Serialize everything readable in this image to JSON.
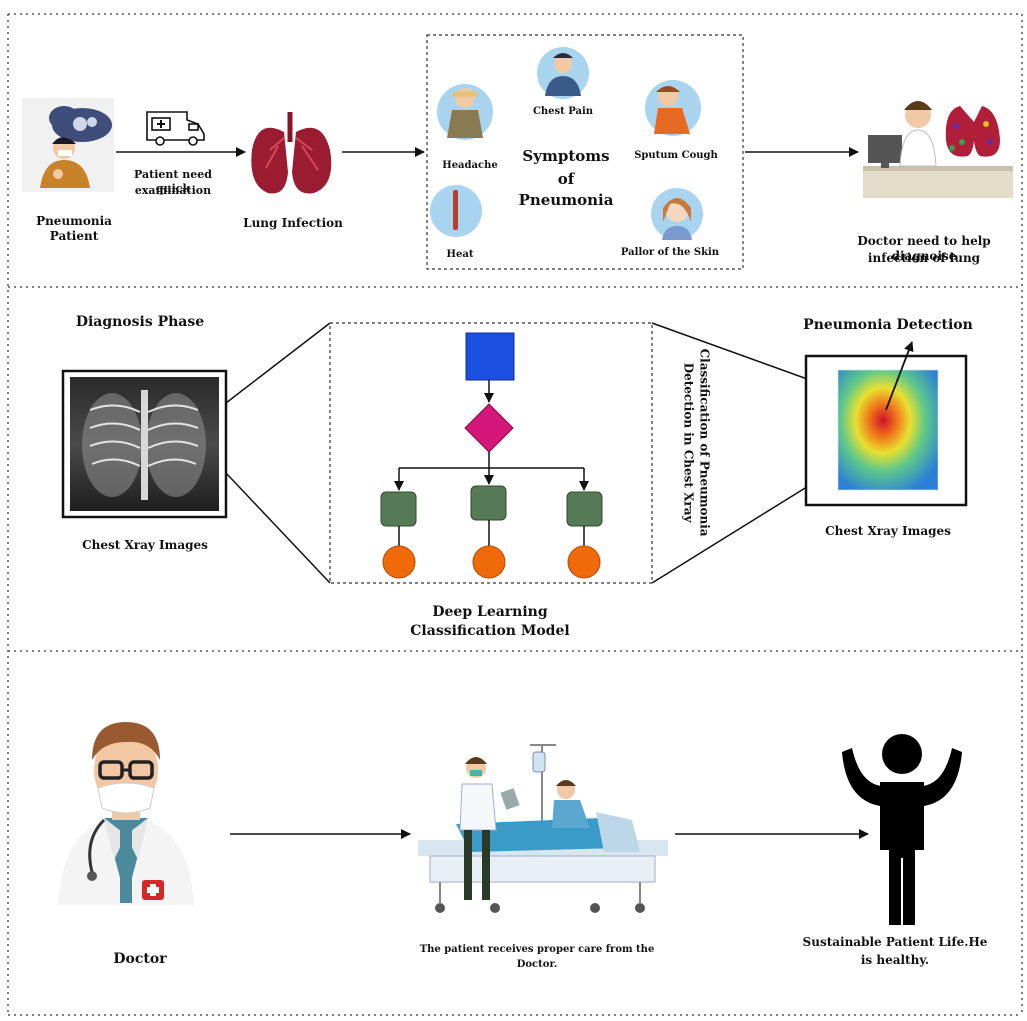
{
  "phase1": {
    "patient_label": "Pneumonia Patient",
    "ambulance_caption_line1": "Patient need quick",
    "ambulance_caption_line2": "examination",
    "lung_label": "Lung Infection",
    "symptoms_title_line1": "Symptoms",
    "symptoms_title_line2": "of",
    "symptoms_title_line3": "Pneumonia",
    "symptoms": {
      "chest_pain": "Chest Pain",
      "headache": "Headache",
      "sputum_cough": "Sputum Cough",
      "heat": "Heat",
      "pallor": "Pallor of the Skin"
    },
    "doctor_caption_line1": "Doctor need to help diagnoise",
    "doctor_caption_line2": "infection of lung"
  },
  "phase2": {
    "phase_label": "Diagnosis Phase",
    "xray_label": "Chest Xray Images",
    "model_label_line1": "Deep Learning",
    "model_label_line2": "Classification Model",
    "vertical_label_line1": "Classification of Pneumonia",
    "vertical_label_line2": "Detection in Chest Xray",
    "detection_title": "Pneumonia Detection",
    "heatmap_label": "Chest Xray Images"
  },
  "phase3": {
    "doctor_label": "Doctor",
    "care_caption_line1": "The patient receives proper care from the",
    "care_caption_line2": "Doctor.",
    "outcome_line1": "Sustainable Patient Life.He",
    "outcome_line2": "is healthy."
  },
  "colors": {
    "flow_blue": "#1a4fe0",
    "flow_magenta": "#d4157a",
    "flow_green": "#557a55",
    "flow_orange": "#f06a0a",
    "lung_red": "#9b1b30"
  }
}
